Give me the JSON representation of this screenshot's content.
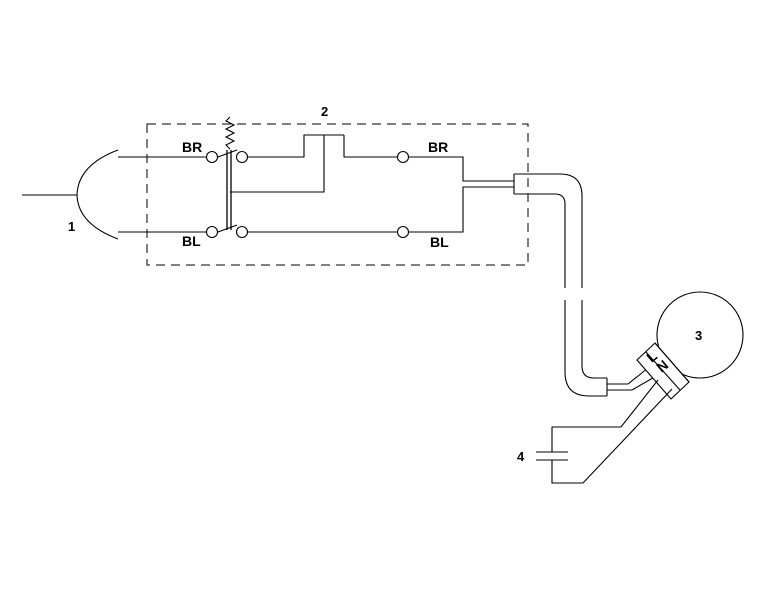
{
  "labels": {
    "plug": "1",
    "switch": "2",
    "motor": "3",
    "capacitor": "4"
  },
  "wire_labels": {
    "br_left": "BR",
    "br_right": "BR",
    "bl_left": "BL",
    "bl_right": "BL"
  },
  "motor_terminals": {
    "line": "L",
    "neutral": "N"
  }
}
